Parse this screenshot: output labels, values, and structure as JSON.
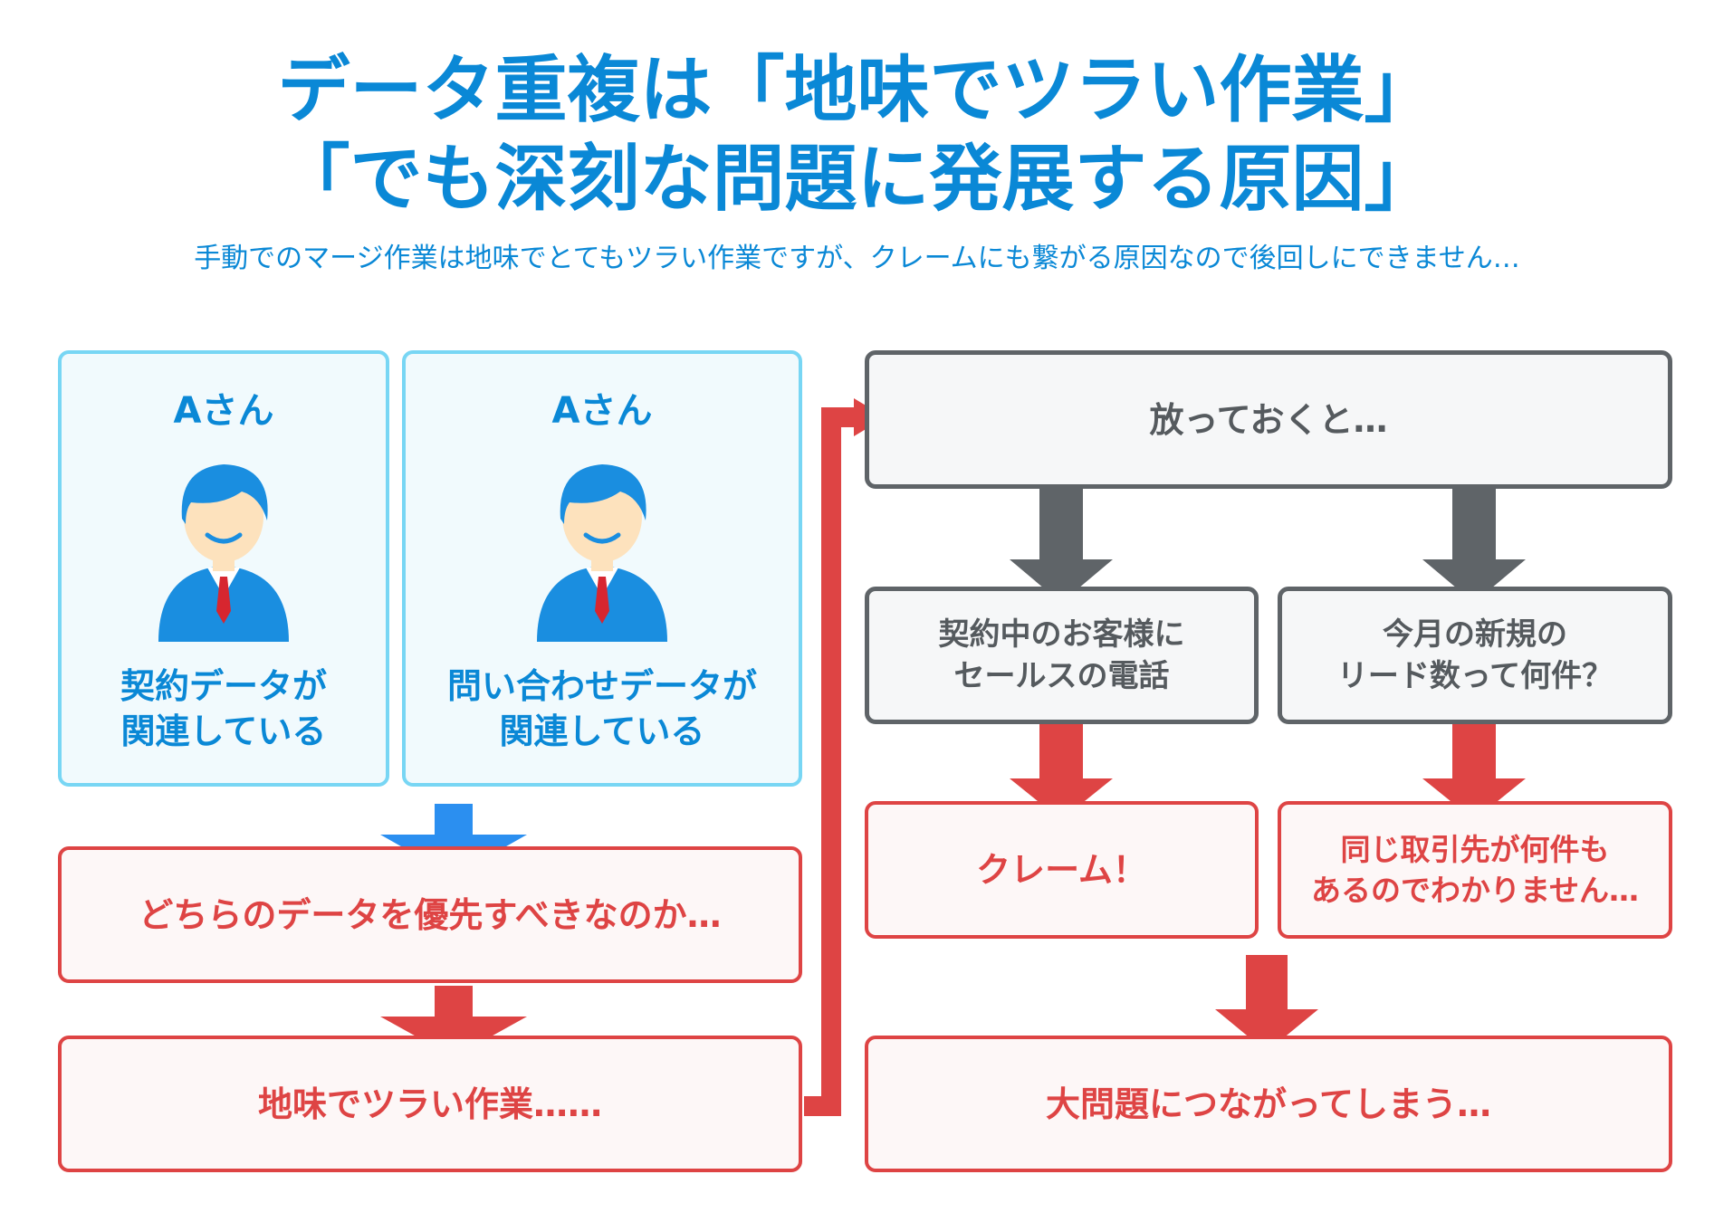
{
  "header": {
    "title_line1": "データ重複は「地味でツラい作業」",
    "title_line2": "「でも深刻な問題に発展する原因」",
    "subtitle": "手動でのマージ作業は地味でとてもツラい作業ですが、クレームにも繋がる原因なので後回しにできません…"
  },
  "left": {
    "person1": {
      "name": "Aさん",
      "text": "契約データが\n関連している"
    },
    "person2": {
      "name": "Aさん",
      "text": "問い合わせデータが\n関連している"
    },
    "step1": "どちらのデータを優先すべきなのか…",
    "step2": "地味でツラい作業……"
  },
  "right": {
    "top": "放っておくと…",
    "branch1": "契約中のお客様に\nセールスの電話",
    "branch2": "今月の新規の\nリード数って何件？",
    "result1": "クレーム！",
    "result2": "同じ取引先が何件も\nあるのでわかりません…",
    "final": "大問題につながってしまう…"
  },
  "colors": {
    "title_blue": "#0a88d6",
    "arrow_blue": "#2b8ff0",
    "red": "#de4444",
    "gray": "#5f6468",
    "card_border_blue": "#78d6f4"
  },
  "icons": [
    "person-avatar-icon",
    "down-arrow-icon",
    "connector-arrow-icon"
  ]
}
